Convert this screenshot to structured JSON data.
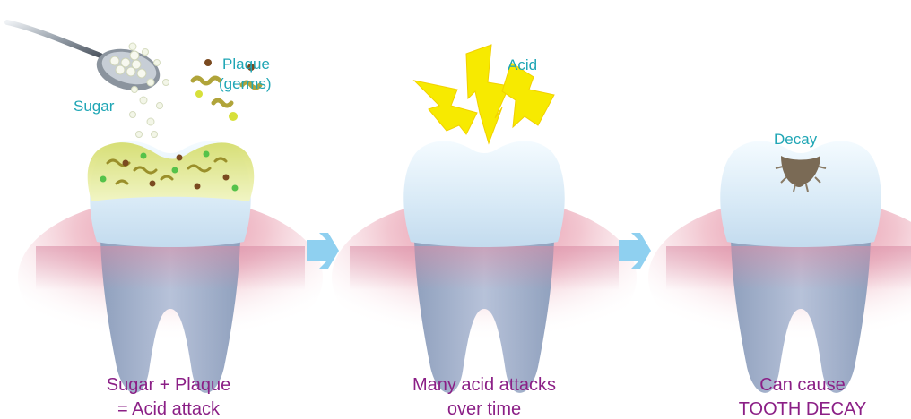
{
  "panels": [
    {
      "labels": {
        "sugar": "Sugar",
        "plaque_line1": "Plaque",
        "plaque_line2": "(germs)"
      },
      "caption_line1": "Sugar + Plaque",
      "caption_line2": "= Acid attack"
    },
    {
      "labels": {
        "acid": "Acid"
      },
      "caption_line1": "Many acid attacks",
      "caption_line2": "over time"
    },
    {
      "labels": {
        "decay": "Decay"
      },
      "caption_line1": "Can cause",
      "caption_line2": "TOOTH DECAY"
    }
  ],
  "colors": {
    "label_teal": "#1fa6b5",
    "caption_purple": "#8b1f86",
    "arrow": "#7cc6ee",
    "acid_yellow": "#f5e800",
    "gum_pink": "#e8a3b4",
    "plaque_yellow": "#dbe37a",
    "decay_brown": "#7a6a55"
  },
  "icons": [
    "spoon-icon",
    "arrow-right-icon",
    "lightning-icon",
    "germ-icon"
  ]
}
